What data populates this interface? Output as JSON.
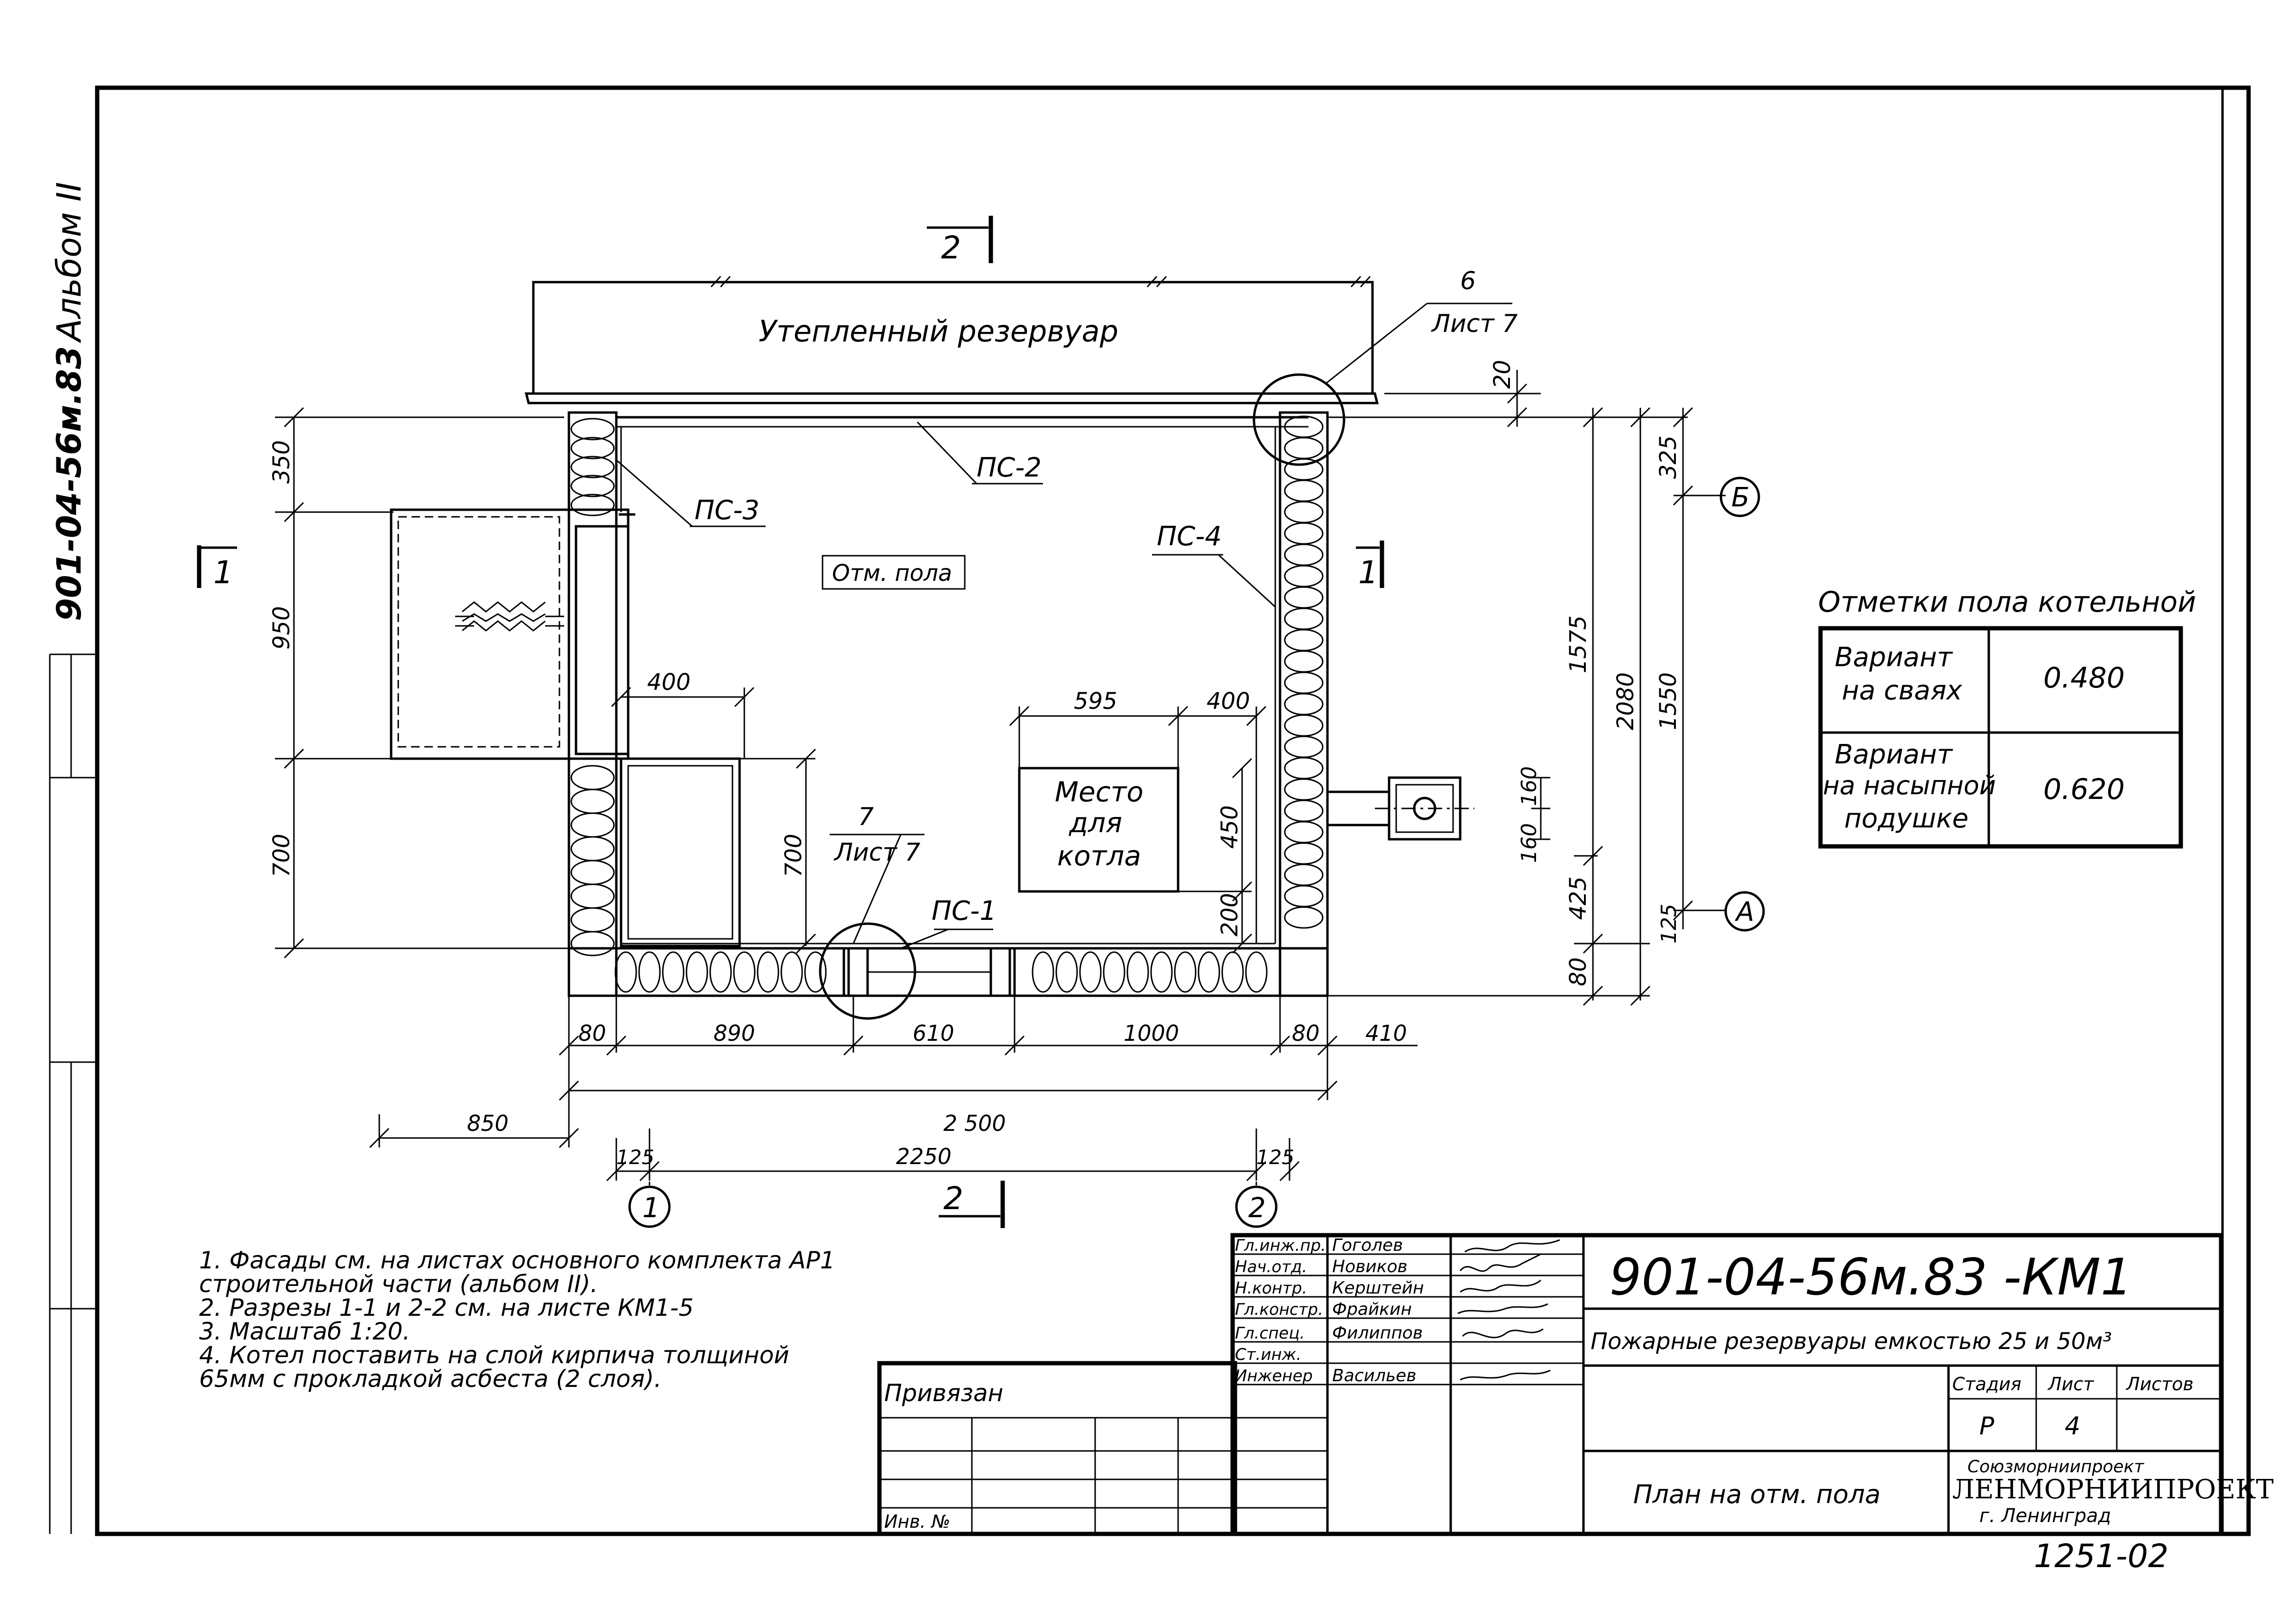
{
  "side_labels": {
    "album": "Альбом II",
    "code": "901-04-56м.83"
  },
  "sections": {
    "s1": "1",
    "s2": "2"
  },
  "axes": {
    "a1": "1",
    "a2": "2",
    "aA": "А",
    "aB": "Б"
  },
  "reservoir_label": "Утепленный резервуар",
  "callouts": {
    "ps1": "ПС-1",
    "ps2": "ПС-2",
    "ps3": "ПС-3",
    "ps4": "ПС-4",
    "n6": "6",
    "n7": "7",
    "sheet7a": "Лист 7",
    "sheet7b": "Лист 7"
  },
  "floor_mark": "Отм. пола",
  "boiler_place": [
    "Место",
    "для",
    "котла"
  ],
  "dims": {
    "d20": "20",
    "d325": "325",
    "d1550": "1550",
    "d2080": "2080",
    "d1575": "1575",
    "d425": "425",
    "d125r": "125",
    "d80r": "80",
    "d160a": "160",
    "d160b": "160",
    "d350": "350",
    "d950": "950",
    "d700l": "700",
    "d700i": "700",
    "d400a": "400",
    "d595": "595",
    "d400b": "400",
    "d450": "450",
    "d200": "200",
    "d80a": "80",
    "d890": "890",
    "d610": "610",
    "d1000": "1000",
    "d80b": "80",
    "d410": "410",
    "d850": "850",
    "d2500": "2 500",
    "d125a": "125",
    "d2250": "2250",
    "d125b": "125"
  },
  "floor_table": {
    "title": "Отметки пола котельной",
    "rows": [
      {
        "label": [
          "Вариант",
          "на сваях"
        ],
        "value": "0.480"
      },
      {
        "label": [
          "Вариант",
          "на насыпной",
          "подушке"
        ],
        "value": "0.620"
      }
    ]
  },
  "notes": [
    "1.  Фасады см. на листах основного комплекта АР1",
    "     строительной части (альбом II).",
    "2.  Разрезы 1-1 и 2-2 см. на листе КМ1-5",
    "3.  Масштаб 1:20.",
    "4.  Котел поставить на слой кирпича толщиной",
    "     65мм с прокладкой асбеста (2 слоя)."
  ],
  "title_block": {
    "bound": "Привязан",
    "inv": "Инв. №",
    "roles": [
      "Гл.инж.пр.",
      "Нач.отд.",
      "Н.контр.",
      "Гл.констр.",
      "Гл.спец.",
      "Ст.инж.",
      "Инженер"
    ],
    "names": [
      "Гоголев",
      "Новиков",
      "Керштейн",
      "Фрайкин",
      "Филиппов",
      "",
      "Васильев"
    ],
    "doc_code": "901-04-56м.83 -КМ1",
    "project": "Пожарные резервуары емкостью 25 и 50м³",
    "stage_h": "Стадия",
    "sheet_h": "Лист",
    "sheets_h": "Листов",
    "stage": "Р",
    "sheet": "4",
    "sheets": "",
    "drawing": "План на отм. пола",
    "org1": "Союзморниипроект",
    "org2": "ЛЕНМОРНИИПРОЕКТ",
    "city": "г. Ленинград"
  },
  "sheet_number": "1251-02"
}
